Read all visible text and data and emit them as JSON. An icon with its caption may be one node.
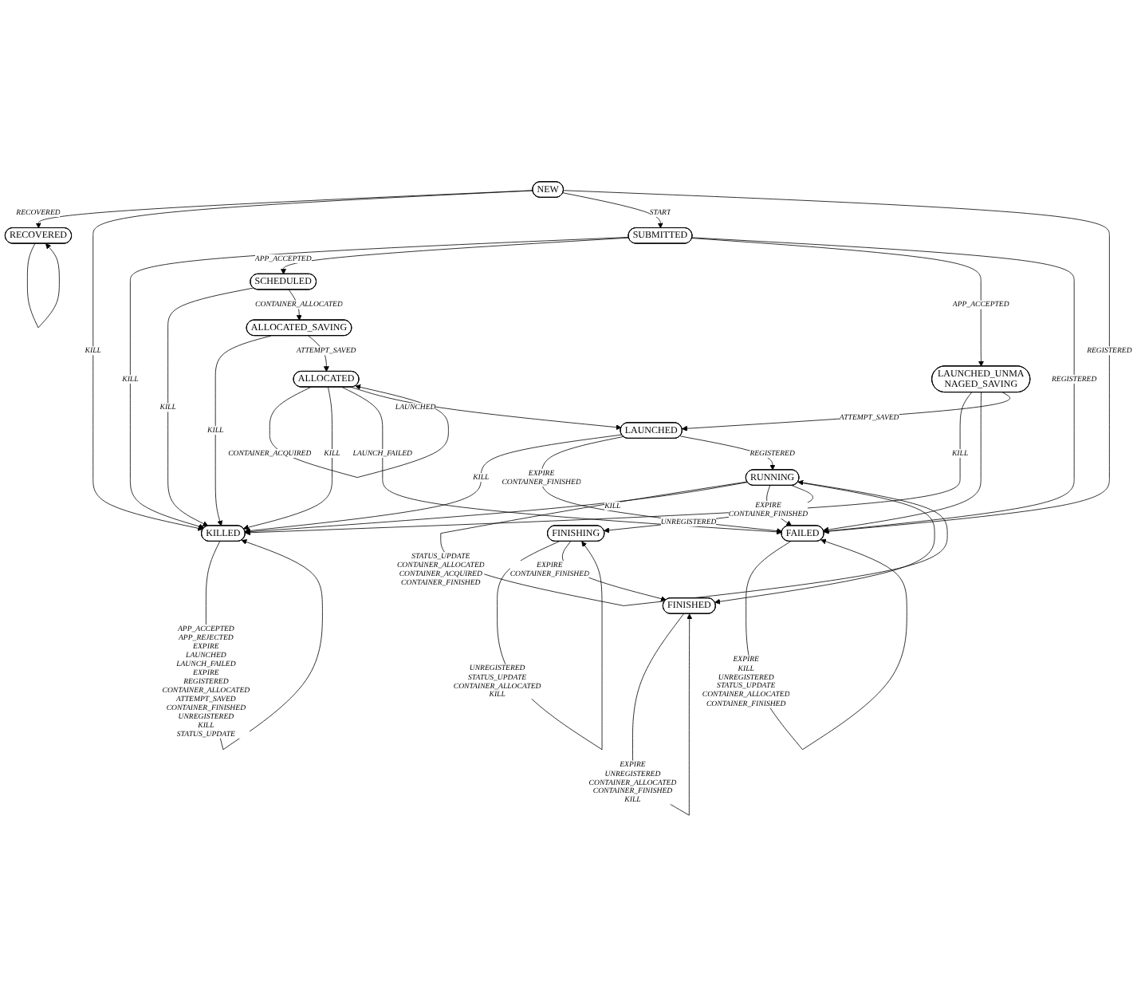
{
  "diagram": {
    "nodes": [
      {
        "text": [
          "NEW"
        ]
      },
      {
        "text": [
          "RECOVERED"
        ]
      },
      {
        "text": [
          "SUBMITTED"
        ]
      },
      {
        "text": [
          "SCHEDULED"
        ]
      },
      {
        "text": [
          "LAUNCHED_UNMA NAGED_SAVING"
        ]
      },
      {
        "text": [
          "ALLOCATED_SAVING"
        ]
      },
      {
        "text": [
          "KILLED"
        ]
      },
      {
        "text": [
          "ALLOCATED"
        ]
      },
      {
        "text": [
          "FAILED"
        ]
      },
      {
        "text": [
          "LAUNCHED"
        ]
      },
      {
        "text": [
          "RUNNING"
        ]
      },
      {
        "text": [
          "FINISHING"
        ]
      },
      {
        "text": [
          "FINISHED"
        ]
      }
    ],
    "edges": [
      {
        "from": 0,
        "to": 1,
        "arrow": "to",
        "label": "RECOVERED"
      },
      {
        "from": 1,
        "to": 1,
        "arrow": "to"
      },
      {
        "from": 0,
        "to": 6,
        "arrow": "to",
        "label": "KILL"
      },
      {
        "from": 0,
        "to": 2,
        "arrow": "to",
        "label": "START"
      },
      {
        "from": 0,
        "to": 8,
        "arrow": "to",
        "label": "REGISTERED"
      },
      {
        "from": 2,
        "to": 6,
        "arrow": "to",
        "label": "KILL"
      },
      {
        "from": 2,
        "to": 3,
        "arrow": "to",
        "label": "APP_ACCEPTED"
      },
      {
        "from": 2,
        "to": 4,
        "arrow": "to",
        "label": "APP_ACCEPTED"
      },
      {
        "from": 2,
        "to": 8,
        "arrow": "to",
        "label": "REGISTERED"
      },
      {
        "from": 3,
        "to": 6,
        "arrow": "to",
        "label": "KILL"
      },
      {
        "from": 3,
        "to": 5,
        "arrow": "to",
        "label": "CONTAINER_ALLOCATED"
      },
      {
        "from": 4,
        "to": 6,
        "arrow": "to",
        "label": "KILL"
      },
      {
        "from": 4,
        "to": 8,
        "arrow": "to"
      },
      {
        "from": 4,
        "to": 9,
        "arrow": "to",
        "label": "ATTEMPT_SAVED"
      },
      {
        "from": 5,
        "to": 6,
        "arrow": "to",
        "label": "KILL"
      },
      {
        "from": 5,
        "to": 7,
        "arrow": "to",
        "label": "ATTEMPT_SAVED"
      },
      {
        "from": 7,
        "to": 7,
        "arrow": "to",
        "label": "CONTAINER_ACQUIRED"
      },
      {
        "from": 7,
        "to": 6,
        "arrow": "to",
        "label": "KILL"
      },
      {
        "from": 7,
        "to": 8,
        "arrow": "to",
        "label": "LAUNCH_FAILED"
      },
      {
        "from": 7,
        "to": 9,
        "arrow": "to",
        "label": "LAUNCHED"
      },
      {
        "from": 9,
        "to": 6,
        "arrow": "to",
        "label": "KILL"
      },
      {
        "from": 9,
        "to": 8,
        "arrow": "to",
        "label": "EXPIRE CONTAINER_FINISHED"
      },
      {
        "from": 9,
        "to": 10,
        "arrow": "to",
        "label": "REGISTERED"
      },
      {
        "from": 10,
        "to": 10,
        "arrow": "to",
        "label": "STATUS_UPDATE CONTAINER_ALLOCATED CONTAINER_ACQUIRED CONTAINER_FINISHED"
      },
      {
        "from": 10,
        "to": 6,
        "arrow": "to",
        "label": "KILL"
      },
      {
        "from": 10,
        "to": 8,
        "arrow": "to",
        "label": "EXPIRE CONTAINER_FINISHED"
      },
      {
        "from": 10,
        "to": 11,
        "arrow": "to",
        "label": "UNREGISTERED"
      },
      {
        "from": 10,
        "to": 12,
        "arrow": "to"
      },
      {
        "from": 11,
        "to": 11,
        "arrow": "to",
        "label": "UNREGISTERED STATUS_UPDATE CONTAINER_ALLOCATED KILL"
      },
      {
        "from": 11,
        "to": 12,
        "arrow": "to",
        "label": "EXPIRE CONTAINER_FINISHED"
      },
      {
        "from": 12,
        "to": 12,
        "arrow": "to",
        "label": "EXPIRE UNREGISTERED CONTAINER_ALLOCATED CONTAINER_FINISHED KILL"
      },
      {
        "from": 6,
        "to": 6,
        "arrow": "to",
        "label": "APP_ACCEPTED APP_REJECTED EXPIRE LAUNCHED LAUNCH_FAILED EXPIRE REGISTERED CONTAINER_ALLOCATED ATTEMPT_SAVED CONTAINER_FINISHED UNREGISTERED KILL STATUS_UPDATE"
      },
      {
        "from": 8,
        "to": 8,
        "arrow": "to",
        "label": "EXPIRE KILL UNREGISTERED STATUS_UPDATE CONTAINER_ALLOCATED CONTAINER_FINISHED"
      }
    ]
  }
}
